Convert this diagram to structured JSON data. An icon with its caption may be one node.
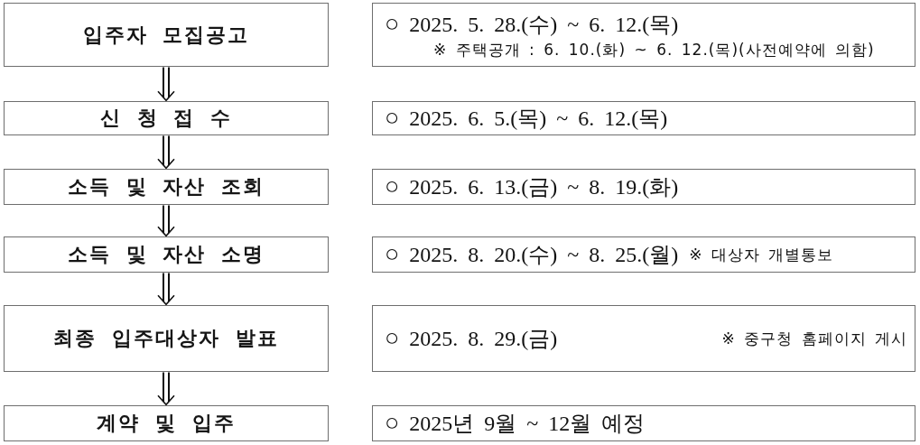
{
  "diagram": {
    "nodes": [
      {
        "text": [
          "입주자 모집공고"
        ]
      },
      {
        "text": [
          "○ 2025. 5. 28.(수) ~ 6. 12.(목)",
          "※ 주택공개 : 6. 10.(화) ~ 6. 12.(목)(사전예약에 의함)"
        ]
      },
      {
        "text": [
          "신 청 접 수"
        ]
      },
      {
        "text": [
          "○ 2025. 6. 5.(목) ~ 6. 12.(목)"
        ]
      },
      {
        "text": [
          "소득 및 자산 조회"
        ]
      },
      {
        "text": [
          "○ 2025. 6. 13.(금) ~ 8. 19.(화)"
        ]
      },
      {
        "text": [
          "소득 및 자산 소명"
        ]
      },
      {
        "text": [
          "○ 2025. 8. 20.(수) ~ 8. 25.(월)",
          "※ 대상자 개별통보"
        ]
      },
      {
        "text": [
          "최종 입주대상자 발표"
        ]
      },
      {
        "text": [
          "○ 2025. 8. 29.(금)",
          "※ 중구청 홈페이지 게시"
        ]
      },
      {
        "text": [
          "계약 및 입주"
        ]
      },
      {
        "text": [
          "○ 2025년 9월 ~ 12월 예정"
        ]
      }
    ],
    "edges": [
      {
        "from": 0,
        "to": 2,
        "arrow": "to"
      },
      {
        "from": 2,
        "to": 4,
        "arrow": "to"
      },
      {
        "from": 4,
        "to": 6,
        "arrow": "to"
      },
      {
        "from": 6,
        "to": 8,
        "arrow": "to"
      },
      {
        "from": 8,
        "to": 10,
        "arrow": "to"
      }
    ]
  }
}
